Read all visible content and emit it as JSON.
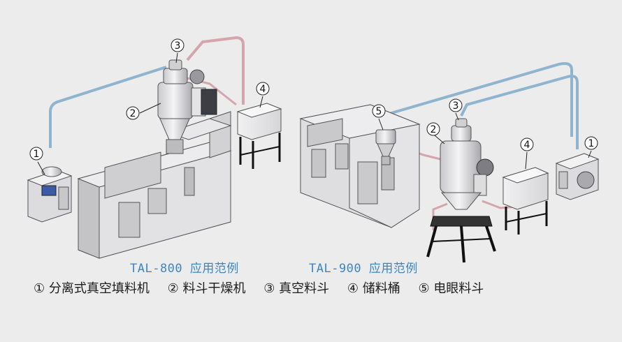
{
  "captions": {
    "left": "TAL-800 应用范例",
    "right": "TAL-900 应用范例"
  },
  "legend": {
    "items": [
      {
        "num": "①",
        "label": "分离式真空填料机"
      },
      {
        "num": "②",
        "label": "料斗干燥机"
      },
      {
        "num": "③",
        "label": "真空料斗"
      },
      {
        "num": "④",
        "label": "储料桶"
      },
      {
        "num": "⑤",
        "label": "电眼料斗"
      }
    ]
  },
  "markers": {
    "m1": "1",
    "m2": "2",
    "m3": "3",
    "m4": "4",
    "m5": "5"
  },
  "colors": {
    "pipe_blue": "#8fb4cf",
    "pipe_red": "#d4a5ad",
    "caption": "#3b86c4"
  }
}
